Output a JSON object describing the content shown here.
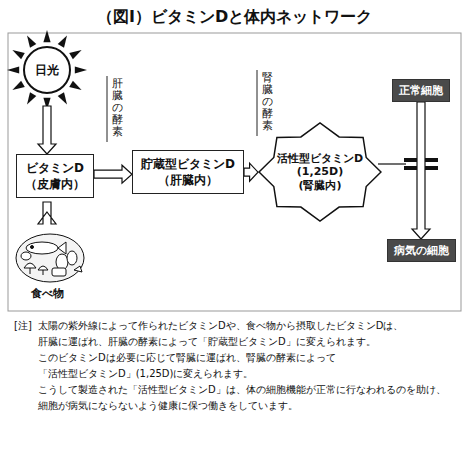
{
  "diagram": {
    "title": "（図Ⅰ）ビタミンDと体内ネットワーク",
    "nodes": [
      {
        "text": [
          "日光"
        ]
      },
      {
        "text": [
          "ビタミンD",
          "（皮膚内）"
        ]
      },
      {
        "text": [
          "貯蔵型ビタミンD",
          "（肝臓内）"
        ]
      },
      {
        "text": [
          "活性型ビタミンD",
          "(1,25D)",
          "(腎臓内)"
        ]
      },
      {
        "text": [
          "正常細胞"
        ]
      },
      {
        "text": [
          "病気の細胞"
        ]
      }
    ],
    "edges": [
      {
        "from": 0,
        "to": 1,
        "arrow": "to"
      },
      {
        "from": 1,
        "to": 2,
        "arrow": "to"
      },
      {
        "from": 2,
        "to": 3,
        "arrow": "to"
      },
      {
        "from": 4,
        "to": 5,
        "arrow": "to"
      }
    ],
    "labels": [
      "肝臓の酵素",
      "腎臓の酵素",
      "食べ物",
      "[注]",
      "太陽の紫外線によって作られたビタミンDや、食べ物から摂取したビタミンDは、",
      "肝臓に運ばれ、肝臓の酵素によって「貯蔵型ビタミンD」に変えられます。",
      "このビタミンDは必要に応じて腎臓に運ばれ、腎臓の酵素によって",
      "「活性型ビタミンD」(1,25D)に変えられます。",
      "こうして製造された「活性型ビタミンD」は、体の細胞機能が正常に行なわれるのを助け、",
      "細胞が病気にならないよう健康に保つ働きをしています。"
    ]
  }
}
